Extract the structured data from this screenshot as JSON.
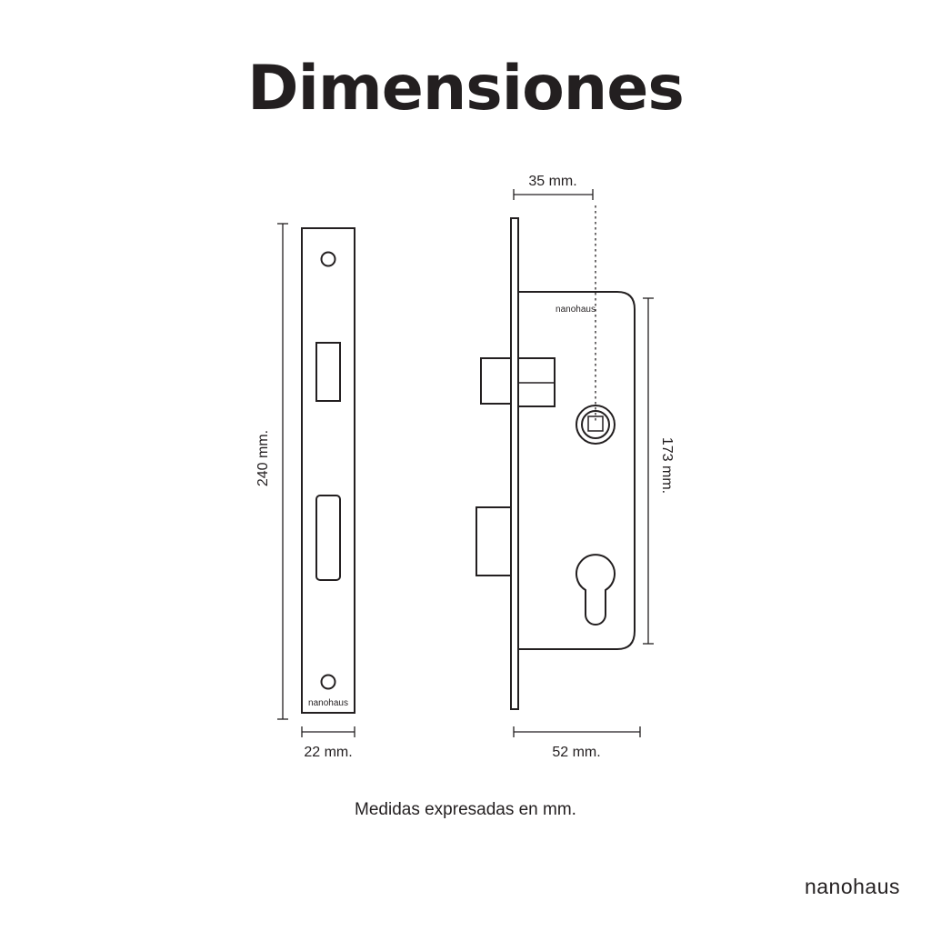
{
  "title": "Dimensiones",
  "faceplate": {
    "height_label": "240 mm.",
    "width_label": "22 mm.",
    "brand": "nanohaus"
  },
  "lockbody": {
    "backset_label": "35 mm.",
    "height_label": "173 mm.",
    "width_label": "52 mm.",
    "brand": "nanohaus"
  },
  "footnote": "Medidas expresadas en mm.",
  "logo": "nanohaus",
  "colors": {
    "line": "#231f20",
    "background": "#ffffff"
  }
}
